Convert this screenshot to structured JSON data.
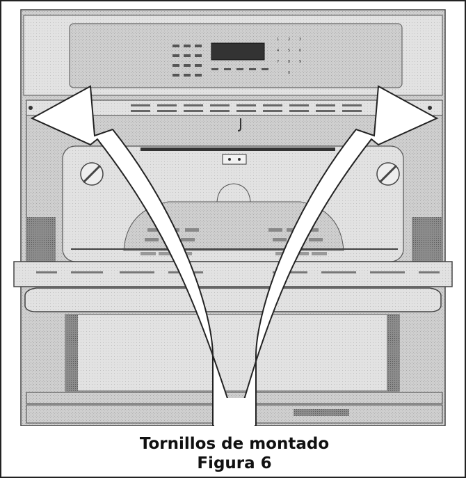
{
  "caption": {
    "line1": "Tornillos de montado",
    "line2": "Figura 6"
  },
  "keypad": [
    "1",
    "2",
    "3",
    "4",
    "5",
    "6",
    "7",
    "8",
    "9",
    "0"
  ],
  "colors": {
    "panel_gray": "#c9c9c9",
    "dark_gray": "#8a8a8a",
    "arrow_fill": "#ffffff",
    "outline": "#222222"
  }
}
